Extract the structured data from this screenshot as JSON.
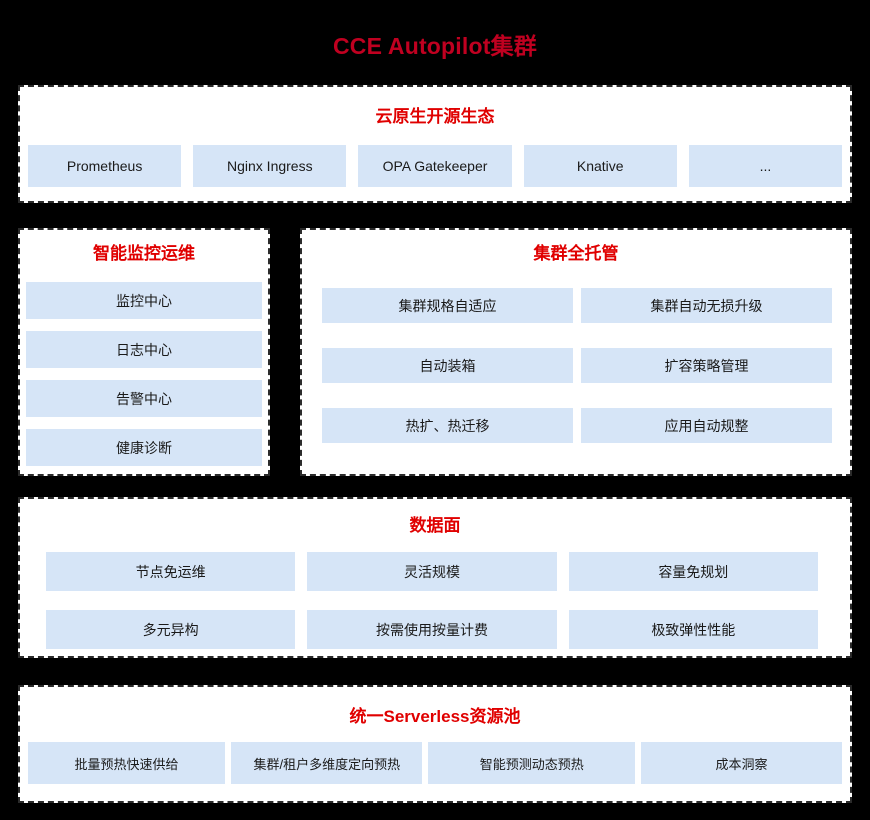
{
  "colors": {
    "background": "#000000",
    "panel_bg": "#ffffff",
    "panel_border": "#2b2b2b",
    "tile_bg": "#d6e5f7",
    "main_title": "#c00020",
    "section_title": "#e00000",
    "tile_text": "#1a1a1a"
  },
  "main_title": "CCE Autopilot集群",
  "panels": {
    "ecosystem": {
      "title": "云原生开源生态",
      "tiles": [
        "Prometheus",
        "Nginx Ingress",
        "OPA Gatekeeper",
        "Knative",
        "..."
      ]
    },
    "monitoring": {
      "title": "智能监控运维",
      "tiles": [
        "监控中心",
        "日志中心",
        "告警中心",
        "健康诊断"
      ]
    },
    "managed": {
      "title": "集群全托管",
      "tiles": [
        "集群规格自适应",
        "集群自动无损升级",
        "自动装箱",
        "扩容策略管理",
        "热扩、热迁移",
        "应用自动规整"
      ]
    },
    "dataplane": {
      "title": "数据面",
      "tiles": [
        "节点免运维",
        "灵活规模",
        "容量免规划",
        "多元异构",
        "按需使用按量计费",
        "极致弹性性能"
      ]
    },
    "pool": {
      "title": "统一Serverless资源池",
      "tiles": [
        "批量预热快速供给",
        "集群/租户多维度定向预热",
        "智能预测动态预热",
        "成本洞察"
      ]
    }
  }
}
